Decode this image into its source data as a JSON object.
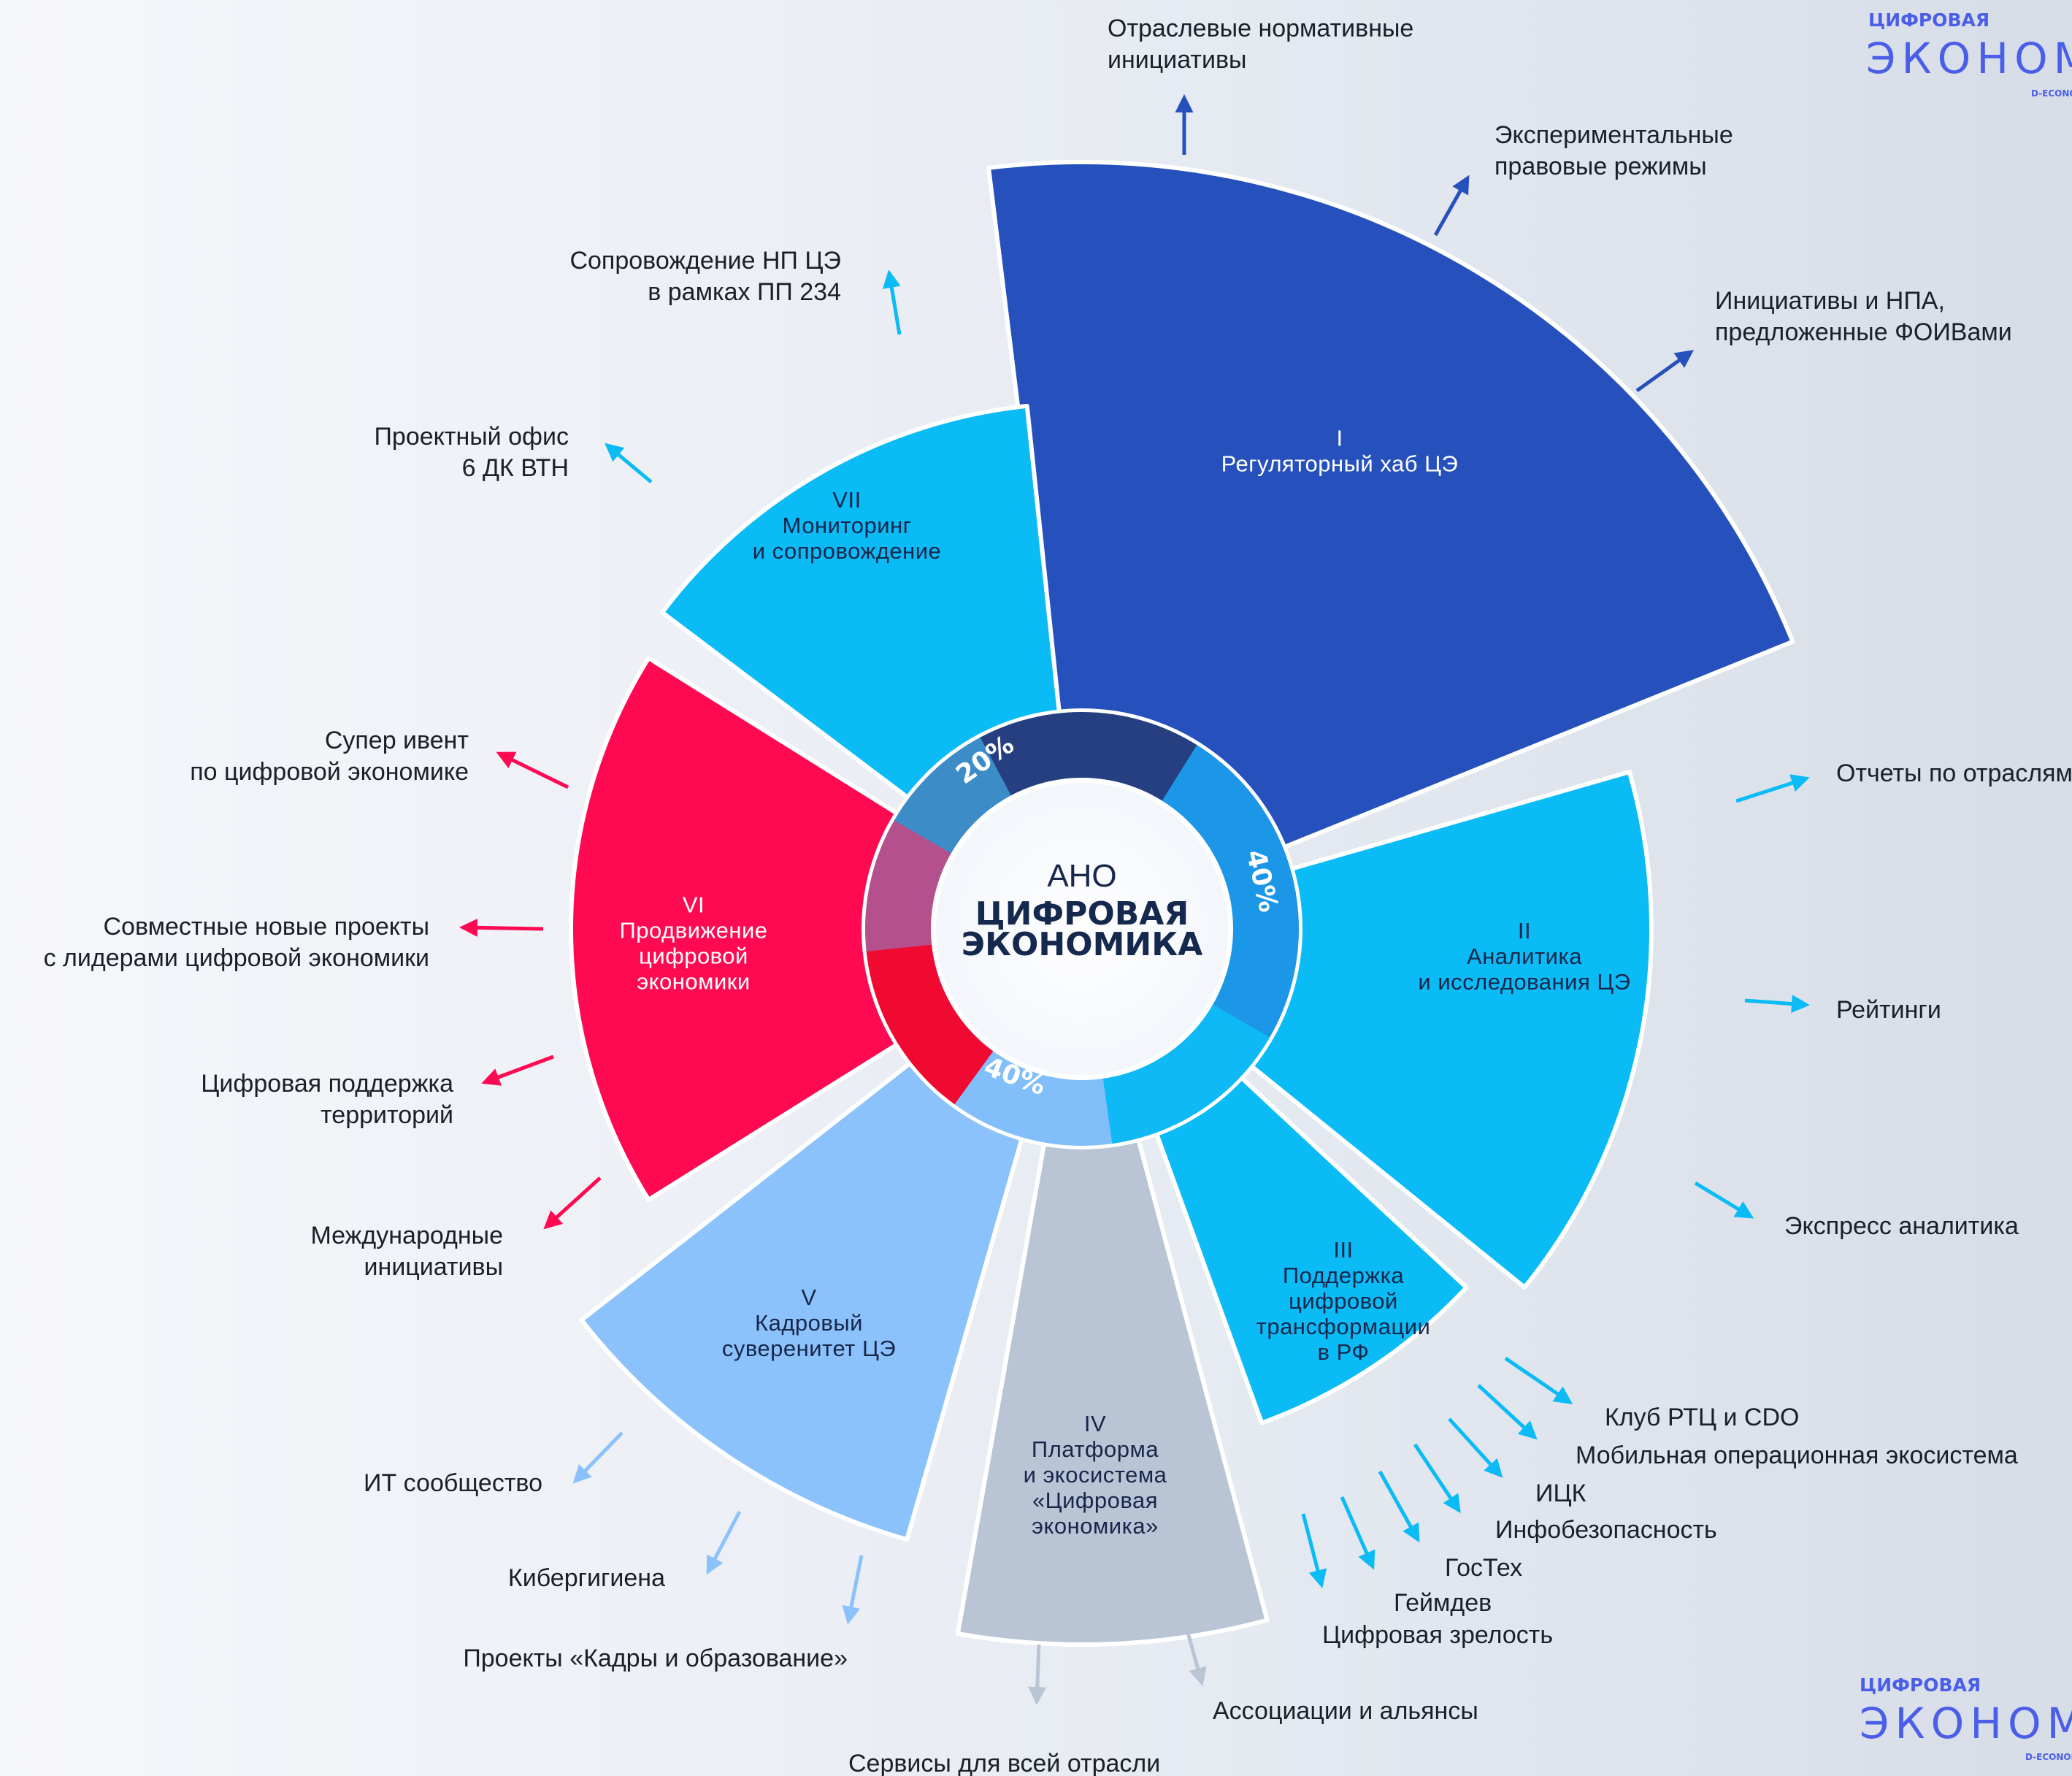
{
  "center": {
    "line1": "АНО",
    "line2": "ЦИФРОВАЯ",
    "line3": "ЭКОНОМИКА"
  },
  "ring_percentages": [
    "20%",
    "40%",
    "40%"
  ],
  "colors": {
    "regulatory": "#2651bd",
    "cyan": "#0abbf6",
    "red": "#ff0a52",
    "light_blue": "#8cc2fb",
    "grey": "#b9c5d4",
    "ring_dark": "#253f80",
    "center_text": "#14294d"
  },
  "sectors": [
    {
      "id": "I",
      "lines": [
        "I",
        "Регуляторный хаб ЦЭ"
      ]
    },
    {
      "id": "II",
      "lines": [
        "II",
        "Аналитика",
        "и исследования ЦЭ"
      ]
    },
    {
      "id": "III",
      "lines": [
        "III",
        "Поддержка",
        "цифровой",
        "трансформации",
        "в РФ"
      ]
    },
    {
      "id": "IV",
      "lines": [
        "IV",
        "Платформа",
        "и экосистема",
        "«Цифровая",
        "экономика»"
      ]
    },
    {
      "id": "V",
      "lines": [
        "V",
        "Кадровый",
        "суверенитет ЦЭ"
      ]
    },
    {
      "id": "VI",
      "lines": [
        "VI",
        "Продвижение",
        "цифровой",
        "экономики"
      ]
    },
    {
      "id": "VII",
      "lines": [
        "VII",
        "Мониторинг",
        "и сопровождение"
      ]
    }
  ],
  "outputs": {
    "I": [
      [
        "Отраслевые нормативные",
        "инициативы"
      ],
      [
        "Экспериментальные",
        "правовые режимы"
      ],
      [
        "Инициативы и НПА,",
        "предложенные ФОИВами"
      ]
    ],
    "II": [
      [
        "Отчеты по отраслям"
      ],
      [
        "Рейтинги"
      ],
      [
        "Экспресс аналитика"
      ]
    ],
    "III": [
      [
        "Клуб РТЦ и CDO"
      ],
      [
        "Мобильная операционная экосистема"
      ],
      [
        "ИЦК"
      ],
      [
        "Инфобезопасность"
      ],
      [
        "ГосТех"
      ],
      [
        "Геймдев"
      ],
      [
        "Цифровая зрелость"
      ]
    ],
    "IV": [
      [
        "Сервисы для всей отрасли"
      ],
      [
        "Ассоциации и альянсы"
      ]
    ],
    "V": [
      [
        "ИТ сообщество"
      ],
      [
        "Кибергигиена"
      ],
      [
        "Проекты «Кадры и образование»"
      ]
    ],
    "VI": [
      [
        "Супер ивент",
        "по цифровой экономике"
      ],
      [
        "Совместные новые проекты",
        "с лидерами цифровой экономики"
      ],
      [
        "Цифровая поддержка",
        "территорий"
      ],
      [
        "Международные",
        "инициативы"
      ]
    ],
    "VII": [
      [
        "Сопровождение НП ЦЭ",
        "в рамках ПП 234"
      ],
      [
        "Проектный офис",
        "6 ДК ВТН"
      ]
    ]
  },
  "logo": {
    "small": "ЦИФРОВАЯ",
    "big": "ЭКОНОМИКА",
    "tiny": "D-ECONOMY"
  }
}
